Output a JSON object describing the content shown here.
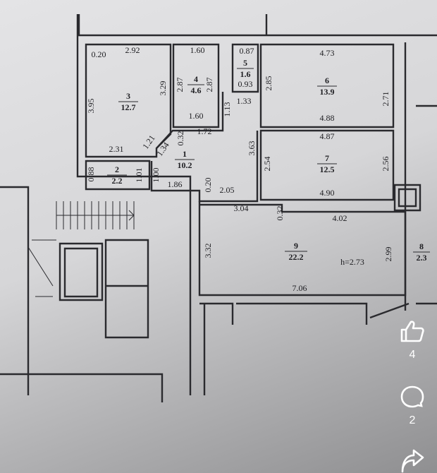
{
  "rooms": [
    {
      "number": "1",
      "area": "10.2"
    },
    {
      "number": "2",
      "area": "2.2"
    },
    {
      "number": "3",
      "area": "12.7"
    },
    {
      "number": "4",
      "area": "4.6"
    },
    {
      "number": "5",
      "area": "1.6"
    },
    {
      "number": "6",
      "area": "13.9"
    },
    {
      "number": "7",
      "area": "12.5"
    },
    {
      "number": "8",
      "area": "2.3"
    },
    {
      "number": "9",
      "area": "22.2"
    }
  ],
  "dimensions": [
    "0.20",
    "2.92",
    "3.95",
    "3.29",
    "2.31",
    "1.21",
    "1.34",
    "0.32",
    "1.72",
    "1.60",
    "2.87",
    "2.87",
    "1.60",
    "0.87",
    "0.93",
    "1.33",
    "1.13",
    "2.85",
    "4.73",
    "2.71",
    "4.88",
    "4.87",
    "3.63",
    "2.54",
    "2.56",
    "4.90",
    "0.88",
    "1.01",
    "1.00",
    "1.86",
    "0.20",
    "2.05",
    "3.04",
    "0.32",
    "4.02",
    "3.32",
    "2.99",
    "7.06"
  ],
  "ceiling_height": "h=2.73",
  "social": {
    "like_count": "4",
    "comment_count": "2",
    "icons": [
      "thumbs-up-icon",
      "comment-bubble-icon",
      "share-arrow-icon"
    ]
  }
}
